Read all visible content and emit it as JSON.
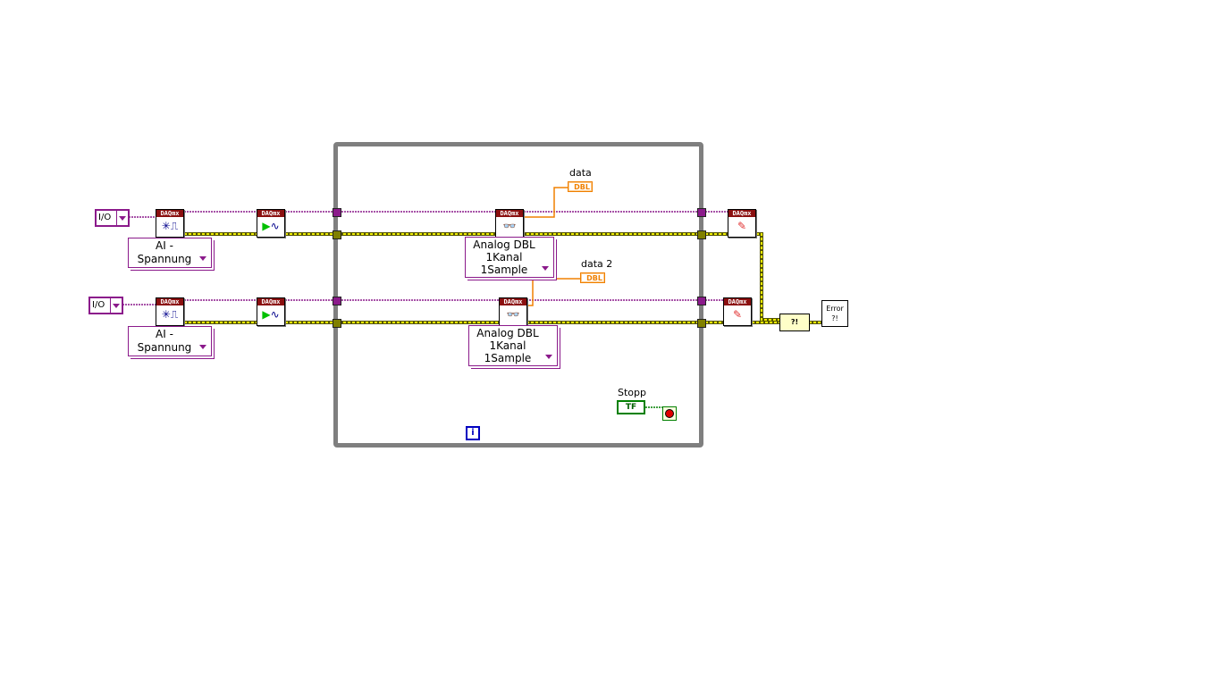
{
  "task_constants": [
    {
      "value": "I/O"
    },
    {
      "value": "I/O"
    }
  ],
  "create_channel": {
    "header": "DAQmx",
    "ring_label": "AI - Spannung"
  },
  "start_task": {
    "header": "DAQmx"
  },
  "read": {
    "header": "DAQmx",
    "ring_line1": "Analog DBL",
    "ring_line2": "1Kanal 1Sample"
  },
  "clear_task": {
    "header": "DAQmx"
  },
  "indicators": [
    {
      "label": "data",
      "type": "DBL"
    },
    {
      "label": "data 2",
      "type": "DBL"
    }
  ],
  "stop": {
    "label": "Stopp",
    "constant": "TF"
  },
  "iteration": {
    "label": "i"
  },
  "error_handler": {
    "label": "Error ?!"
  },
  "merge_errors": {
    "label": "?!"
  },
  "colors": {
    "task_wire": "#8b1a8b",
    "error_wire": "#c8c800",
    "loop_border": "#7f7f7f",
    "dbl_wire": "#f08000",
    "bool_wire": "#008000"
  }
}
